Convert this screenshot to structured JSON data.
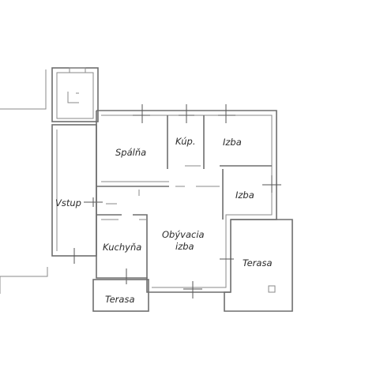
{
  "rooms": {
    "bedroom": "Spálňa",
    "bathroom": "Kúp.",
    "room_1": "Izba",
    "room_2": "Izba",
    "entrance": "Vstup",
    "living_line1": "Obývacia",
    "living_line2": "izba",
    "kitchen": "Kuchyňa",
    "terrace_right": "Terasa",
    "terrace_bottom": "Terasa"
  },
  "colors": {
    "wall": "#6e6e6e",
    "text": "#2b2b2b",
    "background": "#ffffff"
  }
}
